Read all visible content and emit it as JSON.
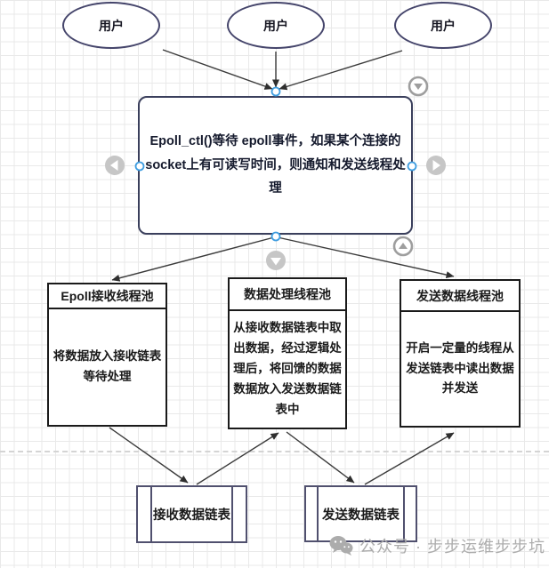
{
  "diagram": {
    "users": [
      {
        "label": "用户"
      },
      {
        "label": "用户"
      },
      {
        "label": "用户"
      }
    ],
    "epoll": {
      "text": "Epoll_ctl()等待 epoll事件，如果某个连接的\nsocket上有可读写时间，则通知和发送线程处理"
    },
    "pools": [
      {
        "title": "Epoll接收线程池",
        "body": "将数据放入接收链表\n等待处理"
      },
      {
        "title": "数据处理线程池",
        "body": "从接收数据链表中取\n出数据，经过逻辑处\n理后，将回馈的数据\n数据放入发送数据链\n表中"
      },
      {
        "title": "发送数据线程池",
        "body": "开启一定量的线程从\n发送链表中读出数据\n并发送"
      }
    ],
    "lists": [
      {
        "label": "接收数据链表"
      },
      {
        "label": "发送数据链表"
      }
    ],
    "edges": [
      {
        "from": "user-1",
        "to": "epoll-node"
      },
      {
        "from": "user-2",
        "to": "epoll-node"
      },
      {
        "from": "user-3",
        "to": "epoll-node"
      },
      {
        "from": "epoll-node",
        "to": "pool-epoll-receive"
      },
      {
        "from": "epoll-node",
        "to": "pool-send-data"
      },
      {
        "from": "pool-epoll-receive",
        "to": "list-receive"
      },
      {
        "from": "list-receive",
        "to": "pool-data-processing"
      },
      {
        "from": "pool-data-processing",
        "to": "list-send"
      },
      {
        "from": "list-send",
        "to": "pool-send-data"
      }
    ]
  },
  "icons": {
    "nav": [
      "chevron-down",
      "chevron-up",
      "chevron-left",
      "chevron-right",
      "chevron-down"
    ],
    "watermark": "wechat-logo"
  },
  "watermark": {
    "text": "公众号 · 步步运维步步坑"
  },
  "colors": {
    "accent_blue": "#3e9de0",
    "ellipse_border": "#45456b",
    "epoll_border": "#3a3f5c",
    "pool_border": "#1a1a1a",
    "list_border": "#50506e",
    "arrow": "#3a3a3a",
    "nav_gray": "#c4c4c4",
    "watermark_gray": "#acacac",
    "grid": "#e9e9e9",
    "page_break": "#d4d4d4"
  }
}
